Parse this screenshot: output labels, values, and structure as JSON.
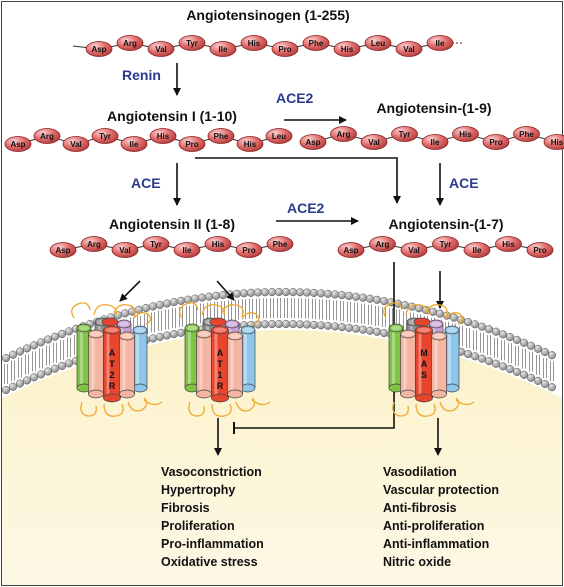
{
  "angiotensinogen": {
    "title": "Angiotensinogen (1-255)",
    "residues": [
      "Asp",
      "Arg",
      "Val",
      "Tyr",
      "Ile",
      "His",
      "Pro",
      "Phe",
      "His",
      "Leu",
      "Val",
      "Ile"
    ]
  },
  "ang1": {
    "title": "Angiotensin I (1-10)",
    "residues": [
      "Asp",
      "Arg",
      "Val",
      "Tyr",
      "Ile",
      "His",
      "Pro",
      "Phe",
      "His",
      "Leu"
    ]
  },
  "ang19": {
    "title": "Angiotensin-(1-9)",
    "residues": [
      "Asp",
      "Arg",
      "Val",
      "Tyr",
      "Ile",
      "His",
      "Pro",
      "Phe",
      "His"
    ]
  },
  "ang2": {
    "title": "Angiotensin II (1-8)",
    "residues": [
      "Asp",
      "Arg",
      "Val",
      "Tyr",
      "Ile",
      "His",
      "Pro",
      "Phe"
    ]
  },
  "ang17": {
    "title": "Angiotensin-(1-7)",
    "residues": [
      "Asp",
      "Arg",
      "Val",
      "Tyr",
      "Ile",
      "His",
      "Pro"
    ]
  },
  "enzymes": {
    "renin": "Renin",
    "ace2_top": "ACE2",
    "ace_left": "ACE",
    "ace_right": "ACE",
    "ace2_mid": "ACE2"
  },
  "receptors": {
    "at2r": [
      "A",
      "T",
      "2",
      "R"
    ],
    "at1r": [
      "A",
      "T",
      "1",
      "R"
    ],
    "mas": [
      "M",
      "A",
      "S"
    ]
  },
  "effects_left": [
    "Vasoconstriction",
    "Hypertrophy",
    "Fibrosis",
    "Proliferation",
    "Pro-inflammation",
    "Oxidative stress"
  ],
  "effects_right": [
    "Vasodilation",
    "Vascular protection",
    "Anti-fibrosis",
    "Anti-proliferation",
    "Anti-inflammation",
    "Nitric oxide"
  ],
  "colors": {
    "residue_fill": "#e06a6a",
    "residue_stroke": "#8a2020",
    "enzyme_text": "#2a3a8f",
    "cytoplasm": "#fdf6d8",
    "lipid_head": "#9c9c9c",
    "helix_green": "#7fc442",
    "helix_orange": "#f08f52",
    "helix_salmon": "#f4b5a2",
    "helix_red": "#e8452e",
    "helix_gray": "#8f8f8f",
    "helix_blue": "#8ec6ea",
    "helix_purple": "#c8a2d4",
    "loop": "#f0a830"
  }
}
